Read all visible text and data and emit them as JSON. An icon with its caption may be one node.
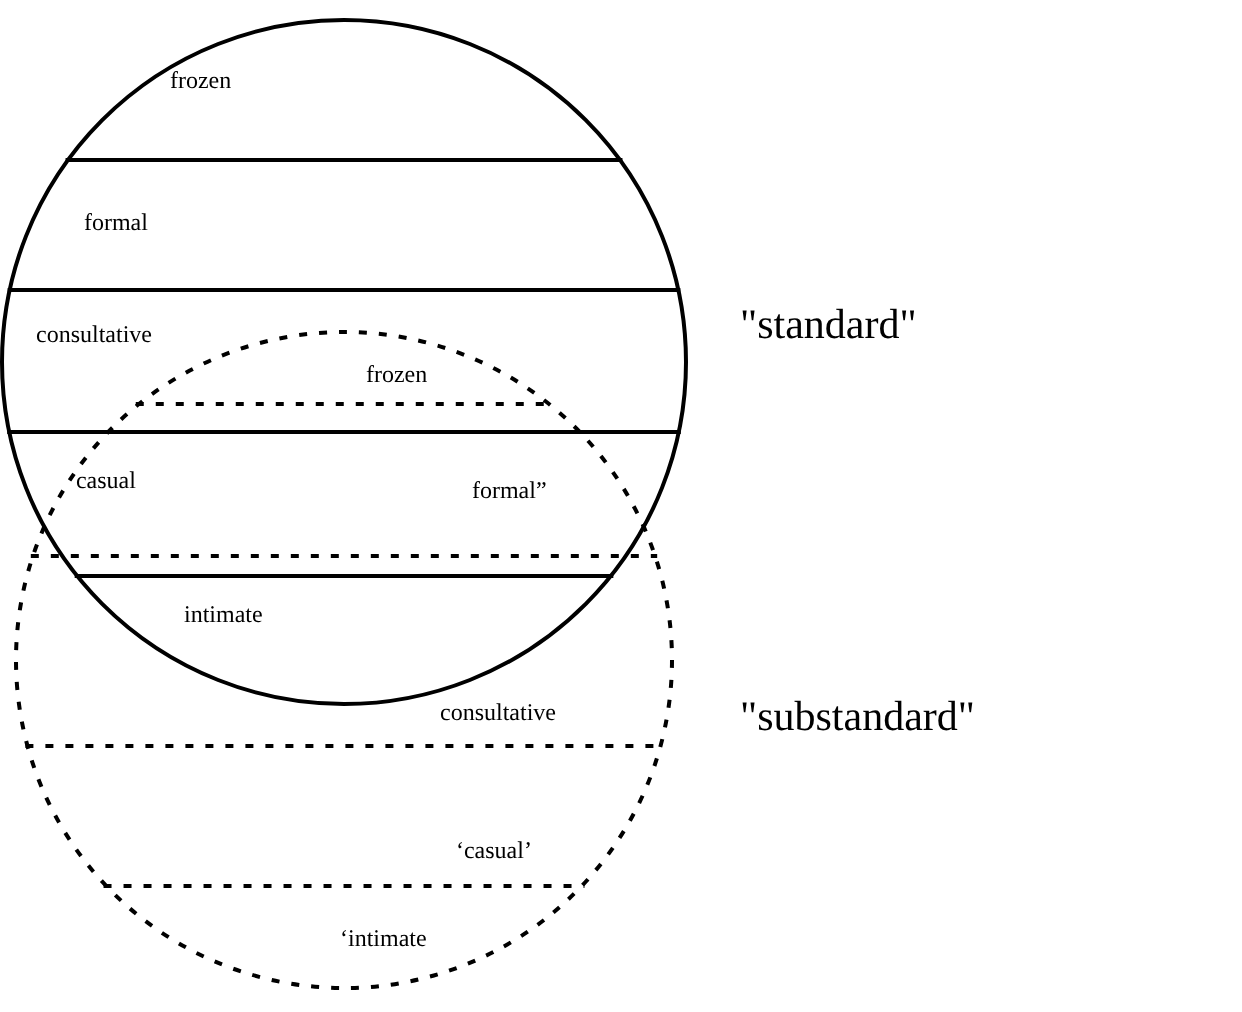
{
  "diagram": {
    "nodes": [
      {
        "text": [],
        "shape": "circle",
        "beside": [
          "\"standard\""
        ]
      },
      {
        "text": [
          "frozen"
        ],
        "in": 0
      },
      {
        "text": [
          "formal"
        ],
        "in": 0
      },
      {
        "text": [
          "consultative"
        ],
        "in": 0
      },
      {
        "text": [
          "casual"
        ]
      },
      {
        "text": [
          "intimate"
        ]
      },
      {
        "text": [],
        "shape": "circle",
        "beside": [
          "\"substandard\""
        ]
      },
      {
        "text": [
          "frozen"
        ]
      },
      {
        "text": [
          "formal”"
        ]
      },
      {
        "text": [
          "consultative"
        ],
        "in": 6
      },
      {
        "text": [
          "‘casual’"
        ],
        "in": 6
      },
      {
        "text": [
          "‘intimate"
        ],
        "in": 6
      }
    ]
  }
}
